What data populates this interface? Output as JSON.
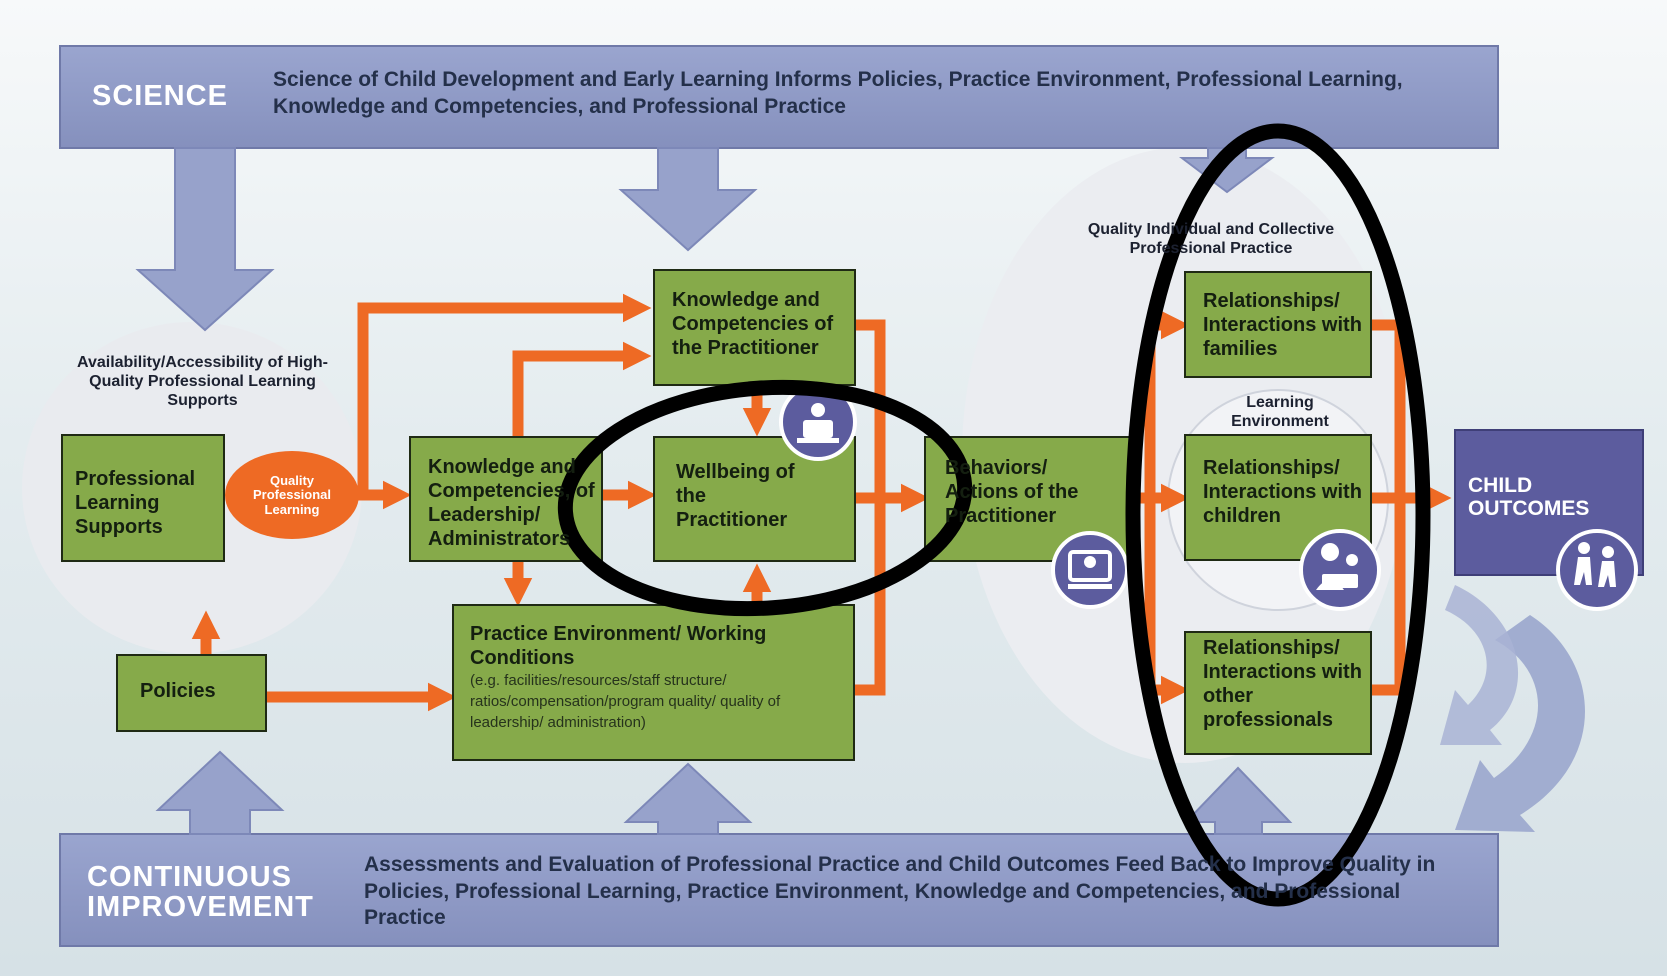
{
  "science": {
    "label": "SCIENCE",
    "text": "Science of Child Development and Early Learning Informs Policies, Practice Environment, Professional Learning, Knowledge and Competencies, and Professional Practice"
  },
  "availability_label": "Availability/Accessibility of High-Quality Professional Learning Supports",
  "professional_learning_supports": "Professional Learning Supports",
  "quality_professional_learning": "Quality Professional Learning",
  "policies": "Policies",
  "knowledge_leadership": "Knowledge and Competencies, of Leadership/ Administrators",
  "knowledge_practitioner": "Knowledge and Competencies of the Practitioner",
  "wellbeing": "Wellbeing of the Practitioner",
  "practice_environment": {
    "title": "Practice Environment/ Working Conditions",
    "detail": "(e.g. facilities/resources/staff structure/ ratios/compensation/program quality/ quality of leadership/ administration)"
  },
  "behaviors": "Behaviors/ Actions of the Practitioner",
  "quality_practice_label": "Quality Individual and Collective Professional Practice",
  "learning_environment_label": "Learning Environment",
  "relationships": {
    "families": "Relationships/ Interactions with families",
    "children": "Relationships/ Interactions with children",
    "professionals": "Relationships/ Interactions with other professionals"
  },
  "child_outcomes": "CHILD OUTCOMES",
  "continuous_improvement": {
    "label": "CONTINUOUS IMPROVEMENT",
    "text": "Assessments and Evaluation of Professional Practice and Child Outcomes Feed Back to Improve Quality in Policies, Professional Learning, Practice Environment, Knowledge and Competencies, and Professional Practice"
  },
  "colors": {
    "band": "#8b97c4",
    "green_box": "#86aa4a",
    "orange": "#ee6a24",
    "purple": "#5c5c9e",
    "light_circle": "#ecedf0",
    "annotation": "#000000"
  },
  "icons": [
    "practitioner-reading-icon",
    "practitioner-at-desk-icon",
    "adult-child-reading-icon",
    "children-walking-icon"
  ]
}
